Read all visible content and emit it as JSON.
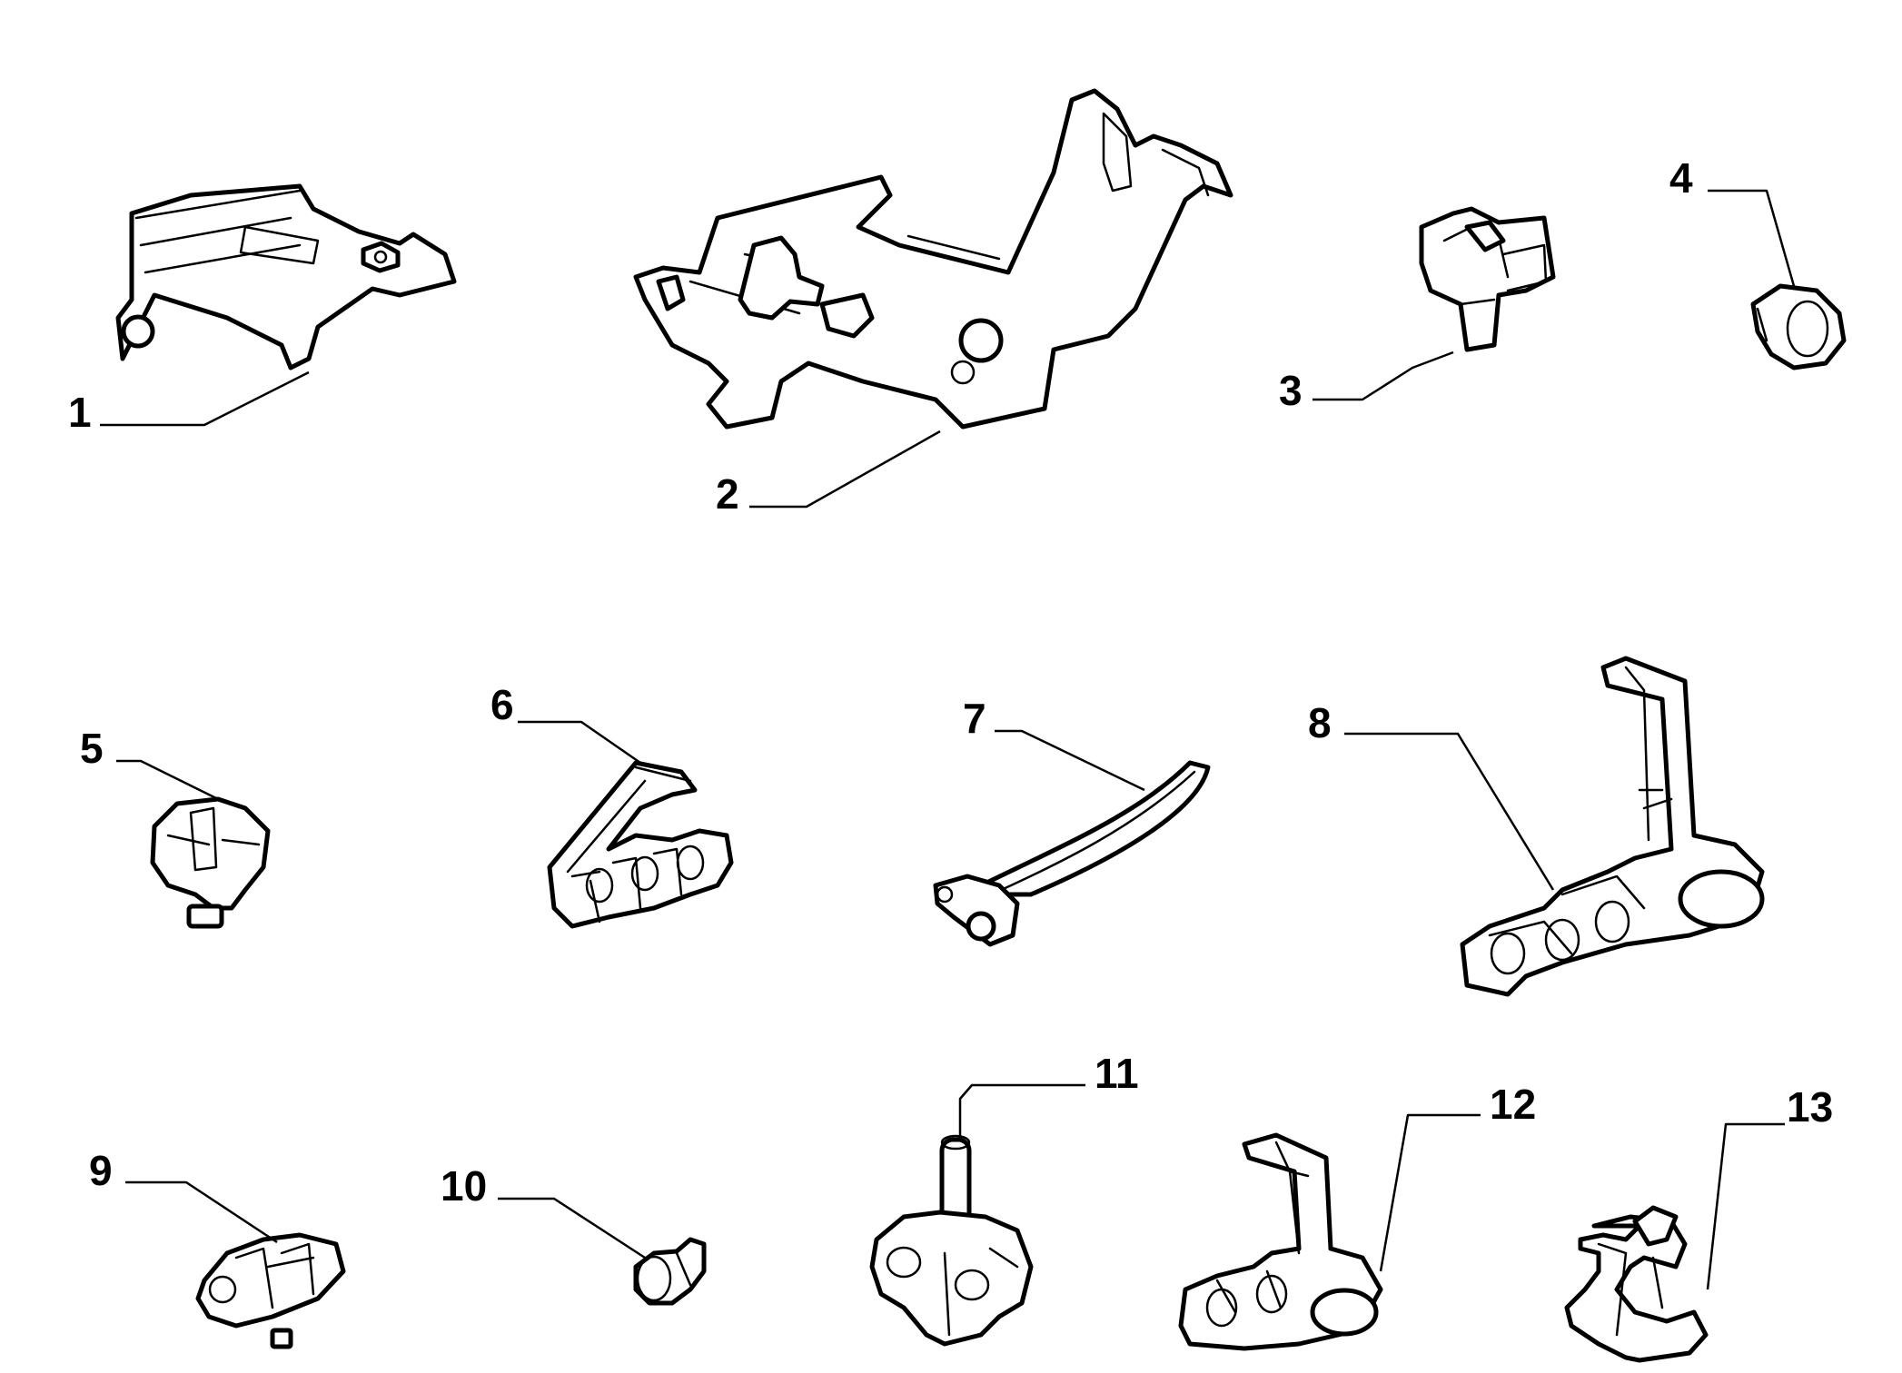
{
  "diagram": {
    "callouts": [
      {
        "id": 1,
        "label": "1"
      },
      {
        "id": 2,
        "label": "2"
      },
      {
        "id": 3,
        "label": "3"
      },
      {
        "id": 4,
        "label": "4"
      },
      {
        "id": 5,
        "label": "5"
      },
      {
        "id": 6,
        "label": "6"
      },
      {
        "id": 7,
        "label": "7"
      },
      {
        "id": 8,
        "label": "8"
      },
      {
        "id": 9,
        "label": "9"
      },
      {
        "id": 10,
        "label": "10"
      },
      {
        "id": 11,
        "label": "11"
      },
      {
        "id": 12,
        "label": "12"
      },
      {
        "id": 13,
        "label": "13"
      }
    ],
    "colors": {
      "line": "#000000",
      "background": "#ffffff"
    }
  }
}
